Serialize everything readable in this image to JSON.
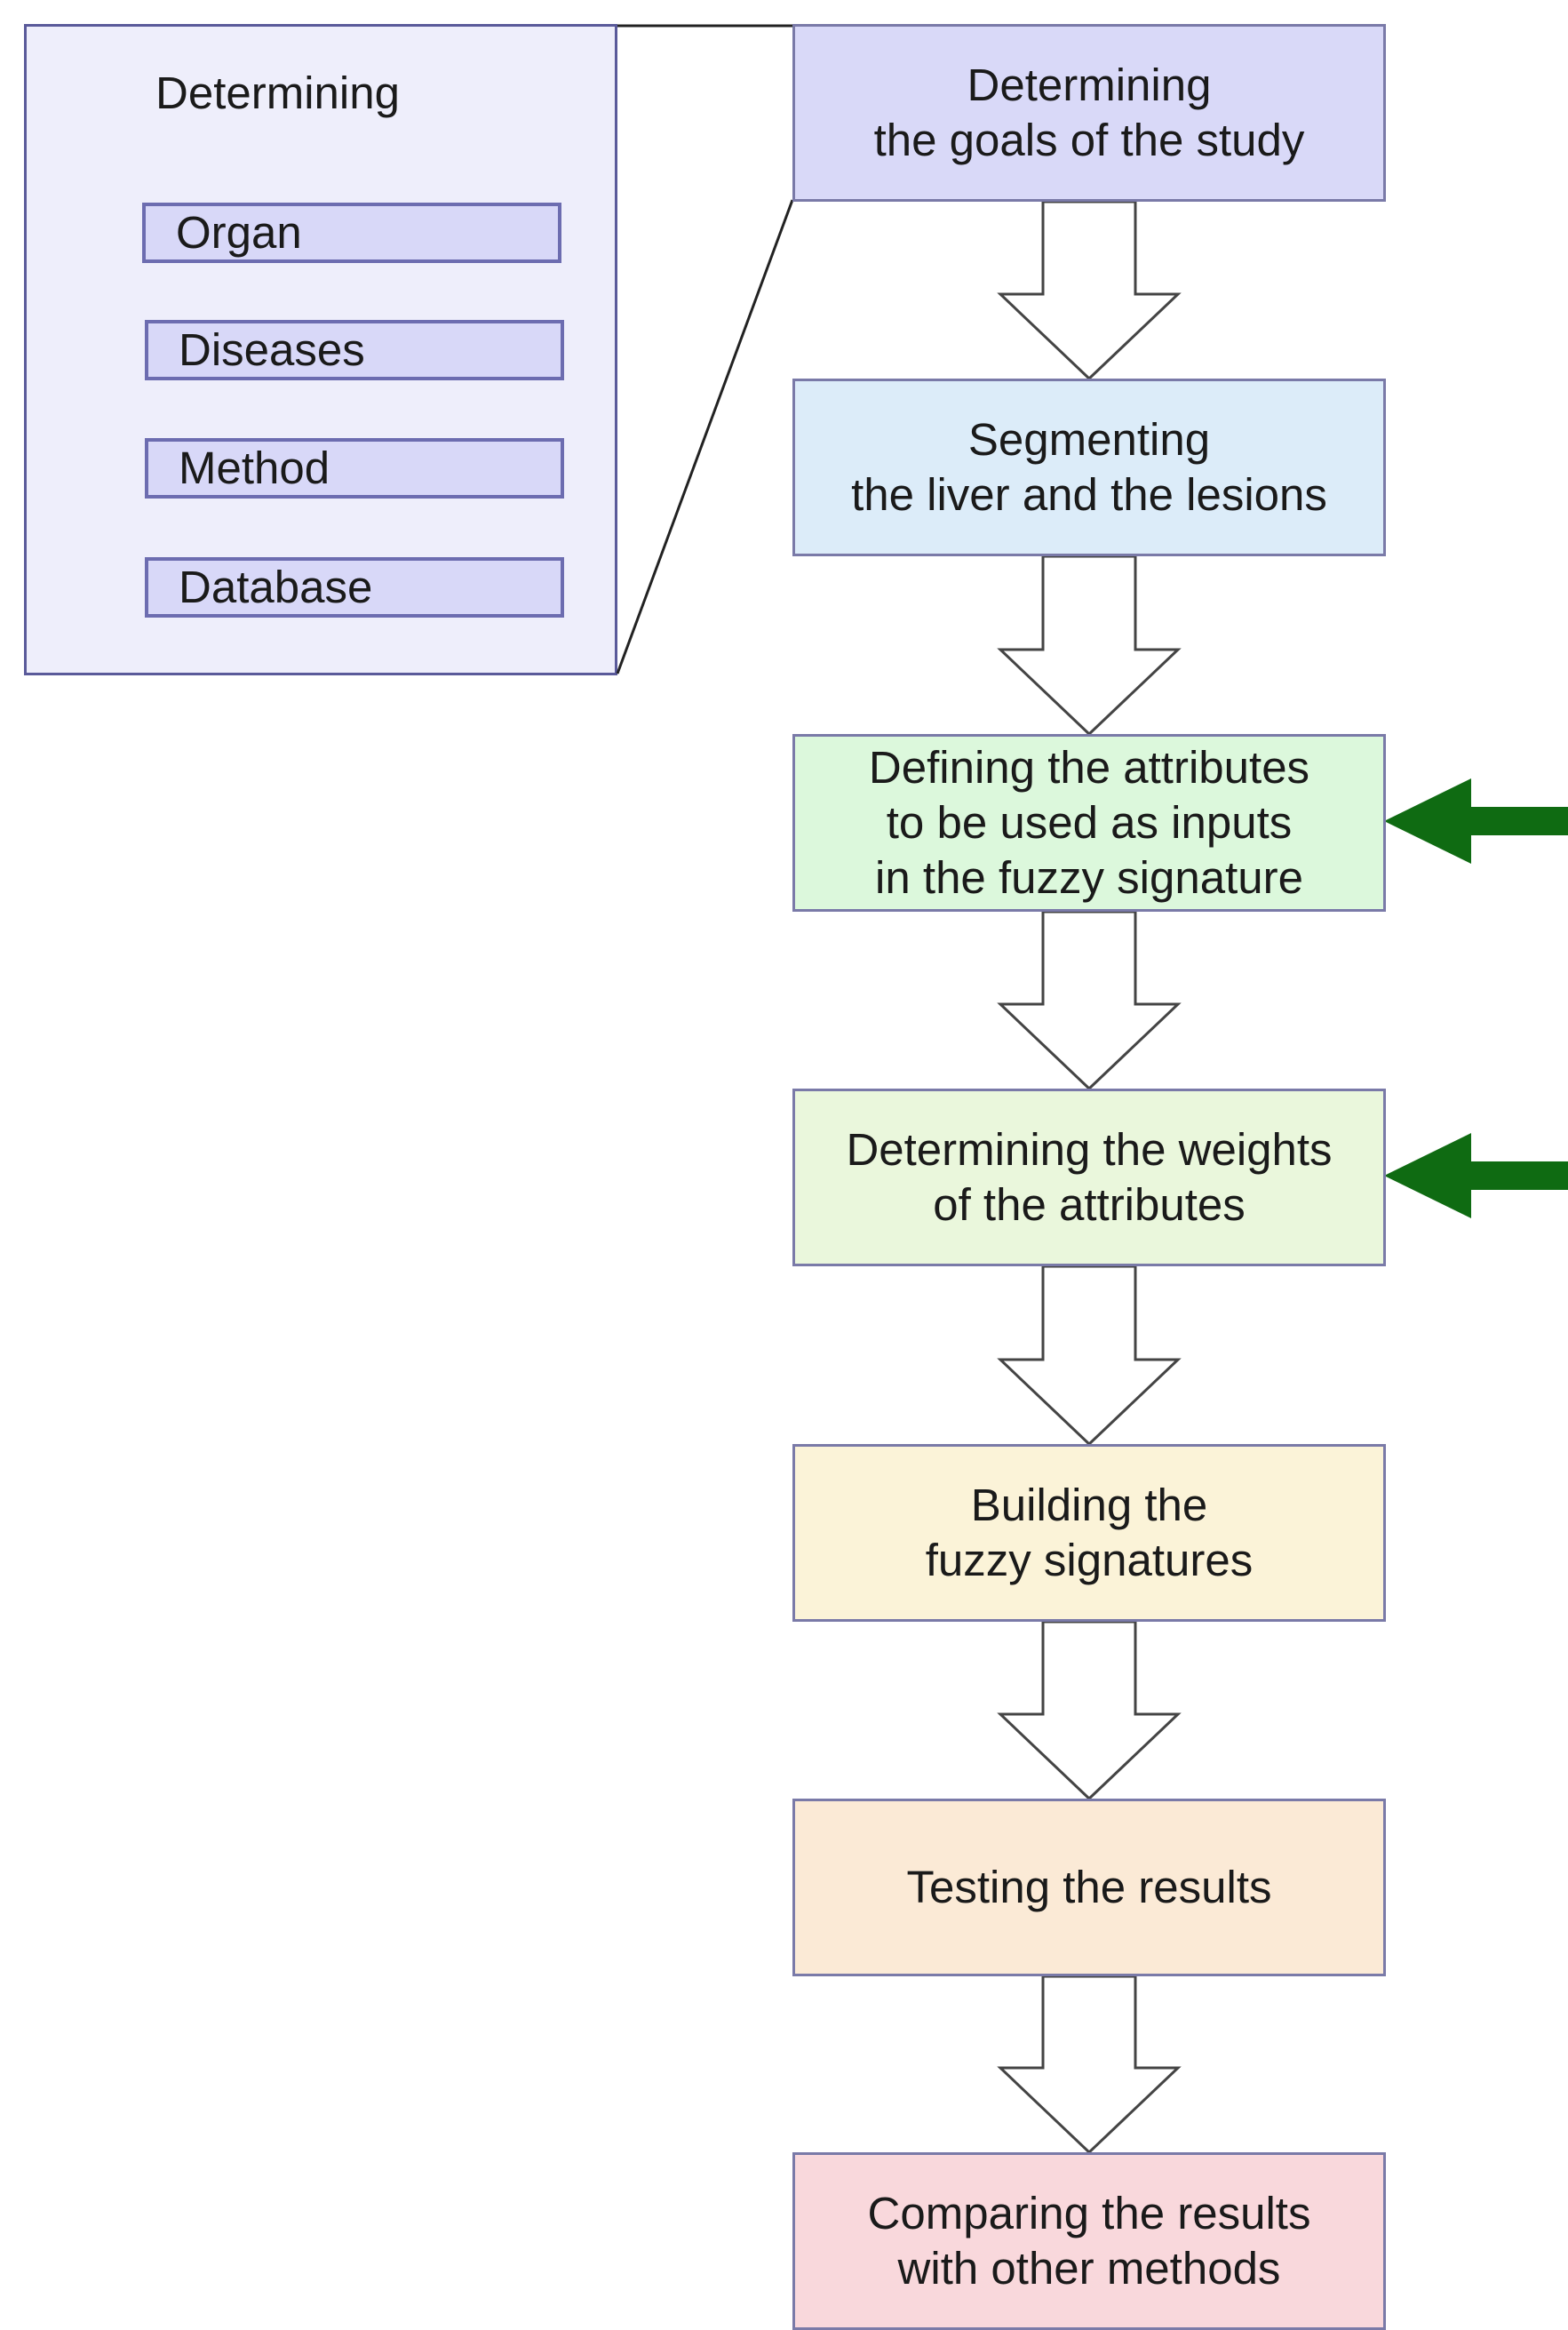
{
  "detail": {
    "title": "Determining",
    "items": [
      {
        "label": "Organ"
      },
      {
        "label": "Diseases"
      },
      {
        "label": "Method"
      },
      {
        "label": "Database"
      }
    ]
  },
  "steps": [
    {
      "line1": "Determining",
      "line2": "the goals of the study",
      "line3": "",
      "color": "#d9d9f8"
    },
    {
      "line1": "Segmenting",
      "line2": "the liver and the lesions",
      "line3": "",
      "color": "#dcecf9"
    },
    {
      "line1": "Defining the attributes",
      "line2": "to be used as inputs",
      "line3": "in the fuzzy signature",
      "color": "#dcf8dc"
    },
    {
      "line1": "Determining the weights",
      "line2": "of the attributes",
      "line3": "",
      "color": "#eaf7dc"
    },
    {
      "line1": "Building the",
      "line2": "fuzzy signatures",
      "line3": "",
      "color": "#fbf3d8"
    },
    {
      "line1": "Testing the results",
      "line2": "",
      "line3": "",
      "color": "#fbead6"
    },
    {
      "line1": "Comparing the results",
      "line2": "with other methods",
      "line3": "",
      "color": "#f9d8dc"
    }
  ],
  "colors": {
    "highlight_arrow": "#0f6b12",
    "flow_arrow_stroke": "#444444",
    "box_border": "#7a7aa8"
  }
}
